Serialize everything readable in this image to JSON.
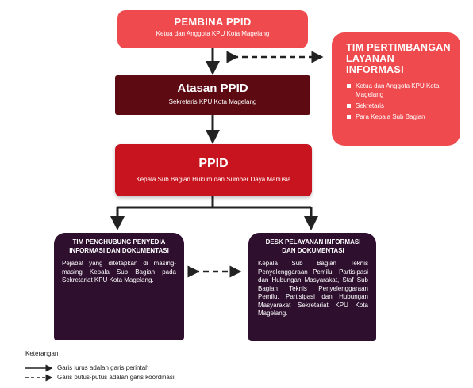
{
  "pembina": {
    "title": "PEMBINA PPID",
    "subtitle": "Ketua dan Anggota KPU Kota Magelang"
  },
  "atasan": {
    "title": "Atasan PPID",
    "subtitle": "Sekretaris KPU Kota Magelang"
  },
  "ppid": {
    "title": "PPID",
    "subtitle": "Kepala Sub Bagian Hukum dan Sumber Daya Manusia"
  },
  "tim_pertimbangan": {
    "title": "TIM PERTIMBANGAN LAYANAN INFORMASI",
    "items": [
      "Ketua dan Anggota KPU Kota Magelang",
      "Sekretaris",
      "Para Kepala Sub Bagian"
    ]
  },
  "tim_penghubung": {
    "title": "TIM PENGHUBUNG PENYEDIA INFORMASI DAN DOKUMENTASI",
    "body": "Pejabat yang ditetapkan di masing-masing Kepala Sub Bagian pada Sekretariat KPU Kota Magelang."
  },
  "desk_pelayanan": {
    "title": "DESK PELAYANAN INFORMASI DAN DOKUMENTASI",
    "body": "Kepala Sub Bagian Teknis Penyelenggaraan Pemilu, Partisipasi dan Hubungan Masyarakat, Staf Sub Bagian Teknis Penyelenggaraan Pemilu, Partisipasi dan Hubungan Masyarakat Sekretariat KPU Kota Magelang."
  },
  "legend": {
    "title": "Keterangan",
    "solid": "Garis lurus adalah garis perintah",
    "dashed": "Garis putus-putus adalah garis koordinasi"
  },
  "colors": {
    "red": "#ef4b4f",
    "maroon": "#5d0a12",
    "crimson": "#c8141e",
    "dark_purple": "#2e0f2e"
  }
}
